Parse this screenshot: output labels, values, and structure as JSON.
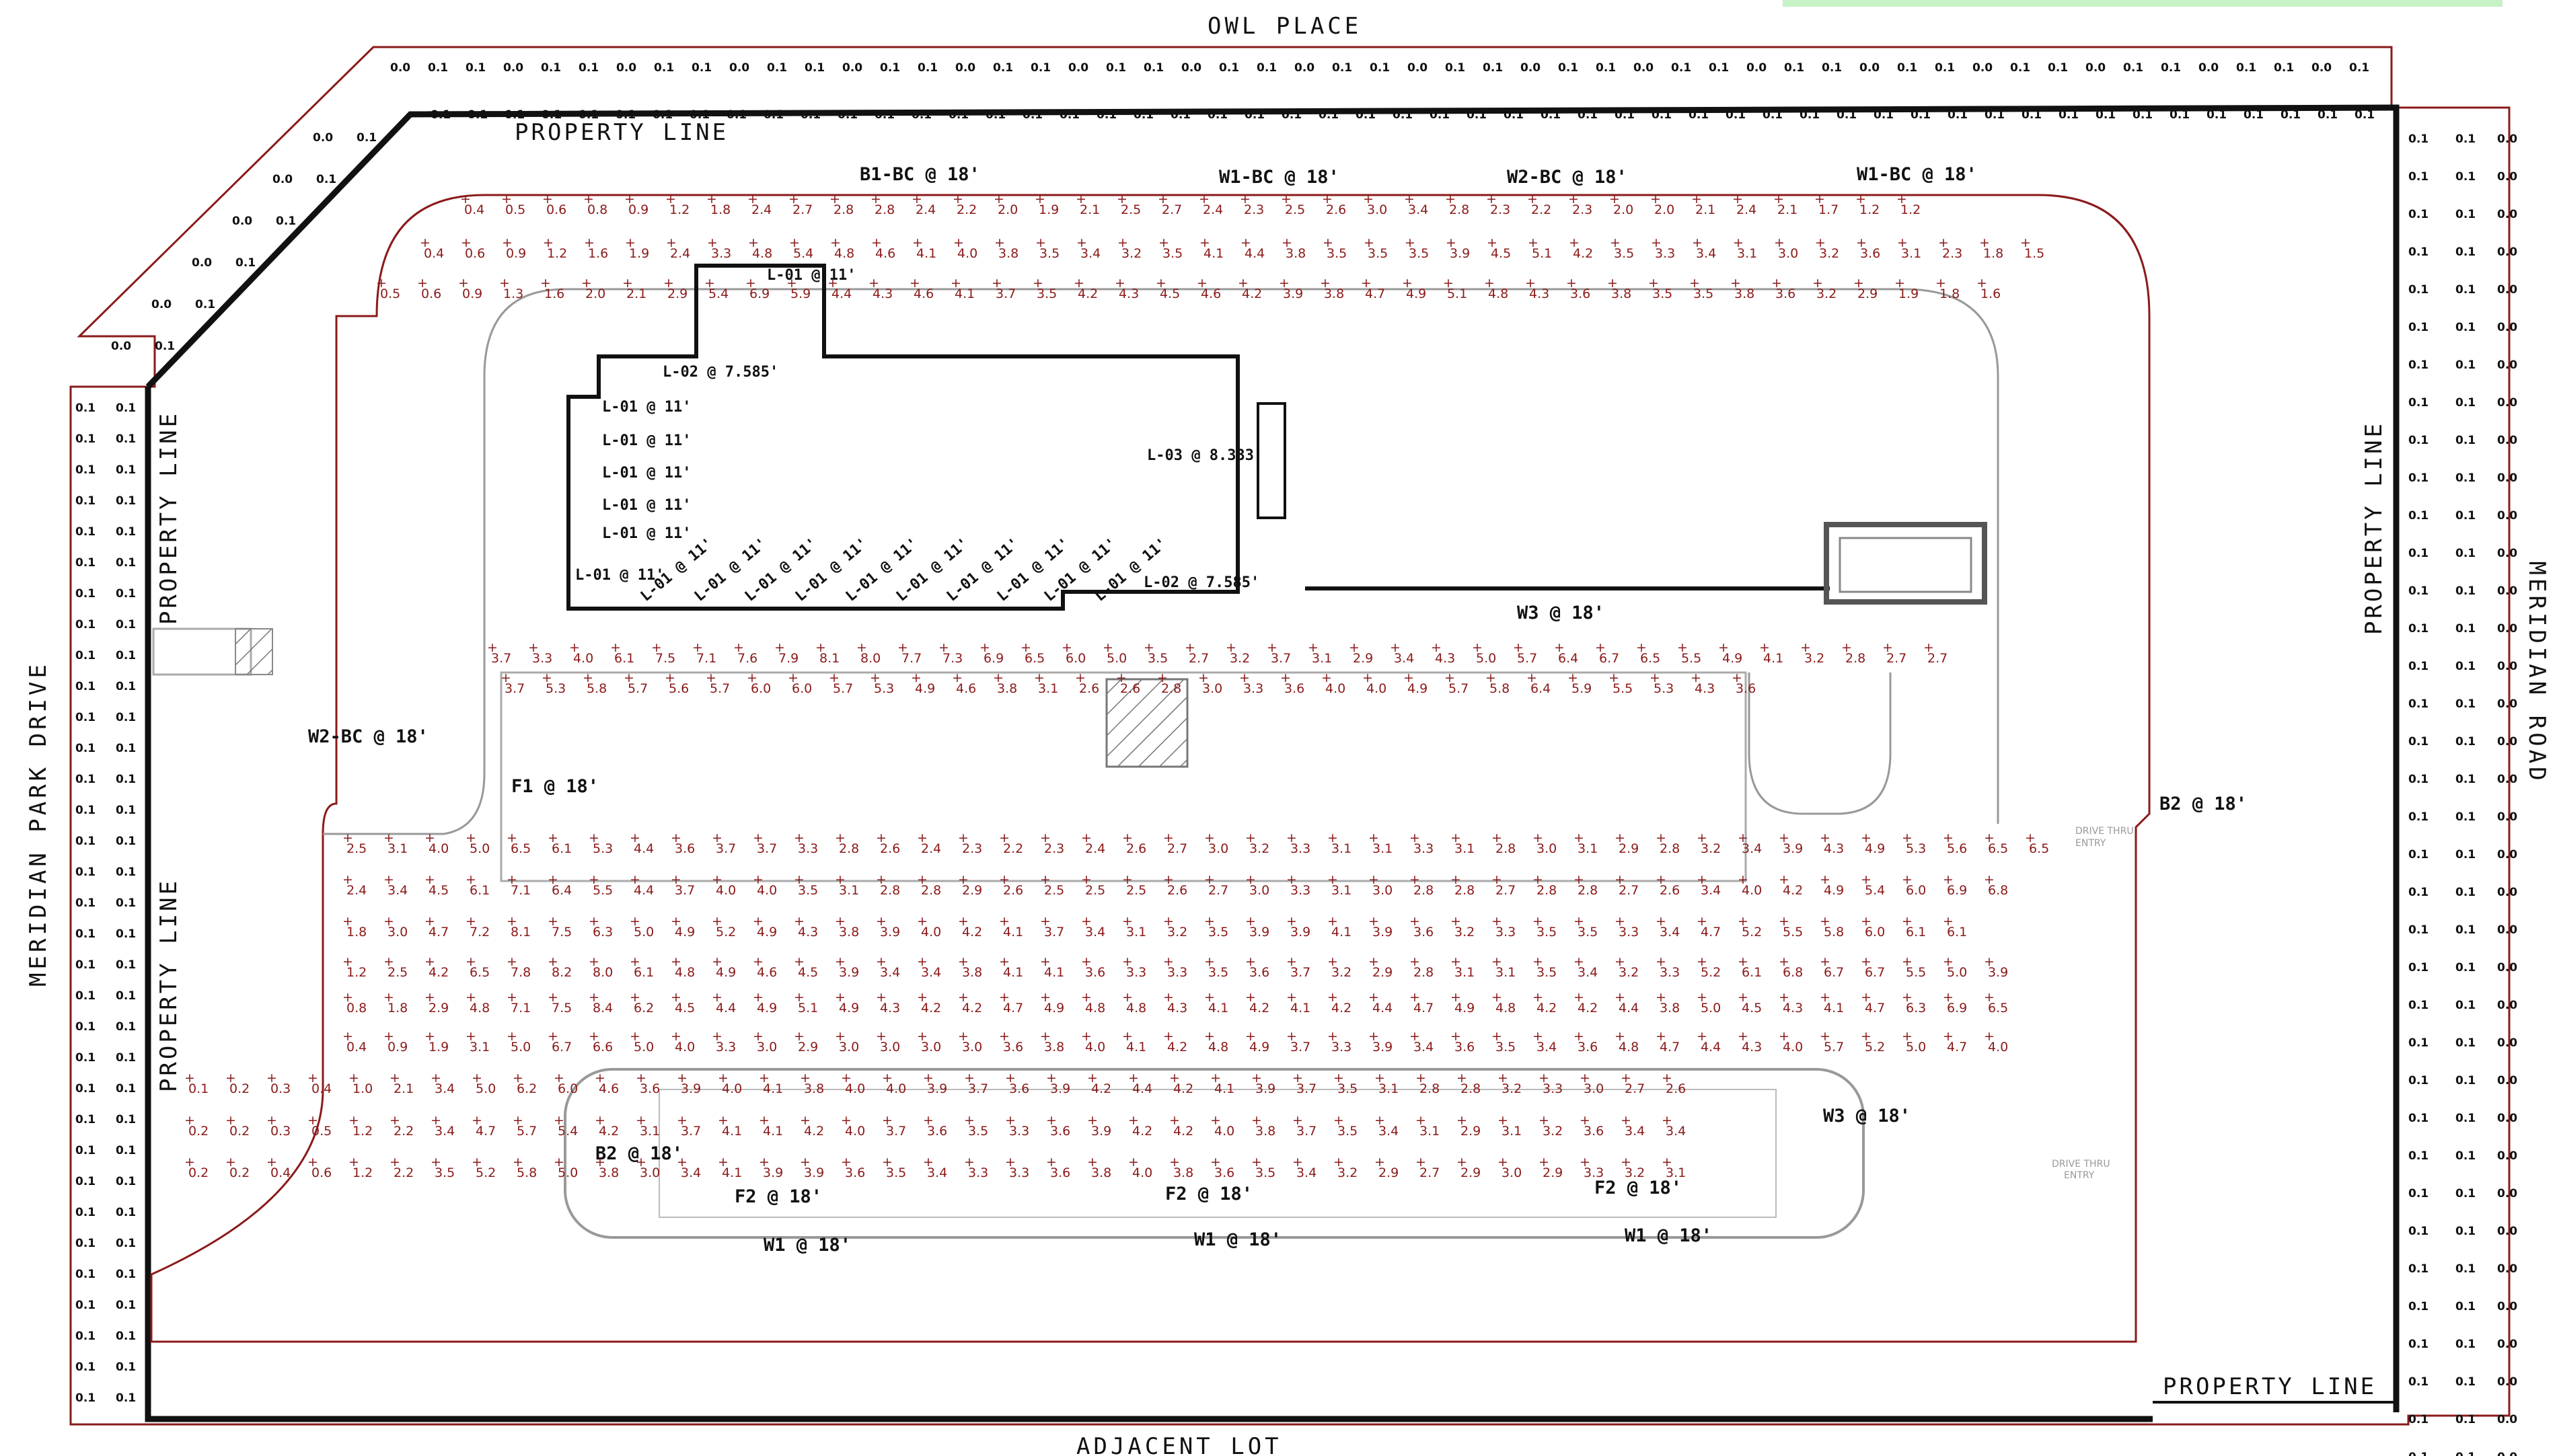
{
  "streets": {
    "north": "OWL PLACE",
    "west": "MERIDIAN PARK DRIVE",
    "east": "MERIDIAN ROAD",
    "south": "ADJACENT LOT"
  },
  "property_line_label": "PROPERTY LINE",
  "drive_thru_label": "DRIVE THRU",
  "drive_thru_entry_label": "ENTRY",
  "fixtures": [
    "B1-BC @ 18'",
    "W1-BC @ 18'",
    "W2-BC @ 18'",
    "W1-BC @ 18'",
    "W2-BC @ 18'",
    "F1 @ 18'",
    "W3 @ 18'",
    "B2 @ 18'",
    "W3 @ 18'",
    "B2 @ 18'",
    "F2 @ 18'",
    "F2 @ 18'",
    "F2 @ 18'",
    "W1 @ 18'",
    "W1 @ 18'",
    "W1 @ 18'",
    "L-02 @ 7.585'",
    "L-01 @ 11'",
    "L-03 @ 8.333'",
    "L-02 @ 7.585'",
    "L-01 @ 11'",
    "L-01 @ 11'",
    "L-01 @ 11'",
    "L-01 @ 11'",
    "L-01 @ 11'",
    "L-01 @ 11'",
    "L-01 @ 11'",
    "L-01 @ 11'",
    "L-01 @ 11'",
    "L-01 @ 11'",
    "L-01 @ 11'",
    "L-01 @ 11'",
    "L-01 @ 11'",
    "L-01 @ 11'",
    "L-01 @ 11'",
    "L-01 @ 11'"
  ],
  "photometric_rows": [
    [
      "0.4",
      "0.5",
      "0.6",
      "0.8",
      "0.9",
      "1.2",
      "1.8",
      "2.4",
      "2.7",
      "2.8",
      "2.8",
      "2.4",
      "2.2",
      "2.0",
      "1.9",
      "2.1",
      "2.5",
      "2.7",
      "2.4",
      "2.3",
      "2.5",
      "2.6",
      "3.0",
      "3.4",
      "2.8",
      "2.3",
      "2.2",
      "2.3",
      "2.0",
      "2.0",
      "2.1",
      "2.4",
      "2.1",
      "1.7",
      "1.2",
      "1.2"
    ],
    [
      "0.4",
      "0.6",
      "0.9",
      "1.2",
      "1.6",
      "1.9",
      "2.4",
      "3.3",
      "4.8",
      "5.4",
      "4.8",
      "4.6",
      "4.1",
      "4.0",
      "3.8",
      "3.5",
      "3.4",
      "3.2",
      "3.5",
      "4.1",
      "4.4",
      "3.8",
      "3.5",
      "3.5",
      "3.5",
      "3.9",
      "4.5",
      "5.1",
      "4.2",
      "3.5",
      "3.3",
      "3.4",
      "3.1",
      "3.0",
      "3.2",
      "3.6",
      "3.1",
      "2.3",
      "1.8",
      "1.5"
    ],
    [
      "0.5",
      "0.6",
      "0.9",
      "1.3",
      "1.6",
      "2.0",
      "2.1",
      "2.9",
      "5.4",
      "6.9",
      "5.9",
      "4.4",
      "4.3",
      "4.6",
      "4.1",
      "3.7",
      "3.5",
      "4.2",
      "4.3",
      "4.5",
      "4.6",
      "4.2",
      "3.9",
      "3.8",
      "4.7",
      "4.9",
      "5.1",
      "4.8",
      "4.3",
      "3.6",
      "3.8",
      "3.5",
      "3.5",
      "3.8",
      "3.6",
      "3.2",
      "2.9",
      "1.9",
      "1.8",
      "1.6"
    ],
    [
      "3.7",
      "3.3",
      "4.0",
      "6.1",
      "7.5",
      "7.1",
      "7.6",
      "7.9",
      "8.1",
      "8.0",
      "7.7",
      "7.3",
      "6.9",
      "6.5",
      "6.0",
      "5.0",
      "3.5",
      "2.7",
      "3.2",
      "3.7",
      "3.1",
      "2.9",
      "3.4",
      "4.3",
      "5.0",
      "5.7",
      "6.4",
      "6.7",
      "6.5",
      "5.5",
      "4.9",
      "4.1",
      "3.2",
      "2.8",
      "2.7",
      "2.7"
    ],
    [
      "3.7",
      "5.3",
      "5.8",
      "5.7",
      "5.6",
      "5.7",
      "6.0",
      "6.0",
      "5.7",
      "5.3",
      "4.9",
      "4.6",
      "3.8",
      "3.1",
      "2.6",
      "2.6",
      "2.8",
      "3.0",
      "3.3",
      "3.6",
      "4.0",
      "4.0",
      "4.9",
      "5.7",
      "5.8",
      "6.4",
      "5.9",
      "5.5",
      "5.3",
      "4.3",
      "3.6"
    ],
    [
      "2.5",
      "3.1",
      "4.0",
      "5.0",
      "6.5",
      "6.1",
      "5.3",
      "4.4",
      "3.6",
      "3.7",
      "3.7",
      "3.3",
      "2.8",
      "2.6",
      "2.4",
      "2.3",
      "2.2",
      "2.3",
      "2.4",
      "2.6",
      "2.7",
      "3.0",
      "3.2",
      "3.3",
      "3.1",
      "3.1",
      "3.3",
      "3.1",
      "2.8",
      "3.0",
      "3.1",
      "2.9",
      "2.8",
      "3.2",
      "3.4",
      "3.9",
      "4.3",
      "4.9",
      "5.3",
      "5.6",
      "6.5",
      "6.5"
    ],
    [
      "2.4",
      "3.4",
      "4.5",
      "6.1",
      "7.1",
      "6.4",
      "5.5",
      "4.4",
      "3.7",
      "4.0",
      "4.0",
      "3.5",
      "3.1",
      "2.8",
      "2.8",
      "2.9",
      "2.6",
      "2.5",
      "2.5",
      "2.5",
      "2.6",
      "2.7",
      "3.0",
      "3.3",
      "3.1",
      "3.0",
      "2.8",
      "2.8",
      "2.7",
      "2.8",
      "2.8",
      "2.7",
      "2.6",
      "3.4",
      "4.0",
      "4.2",
      "4.9",
      "5.4",
      "6.0",
      "6.9",
      "6.8"
    ],
    [
      "1.8",
      "3.0",
      "4.7",
      "7.2",
      "8.1",
      "7.5",
      "6.3",
      "5.0",
      "4.9",
      "5.2",
      "4.9",
      "4.3",
      "3.8",
      "3.9",
      "4.0",
      "4.2",
      "4.1",
      "3.7",
      "3.4",
      "3.1",
      "3.2",
      "3.5",
      "3.9",
      "3.9",
      "4.1",
      "3.9",
      "3.6",
      "3.2",
      "3.3",
      "3.5",
      "3.5",
      "3.3",
      "3.4",
      "4.7",
      "5.2",
      "5.5",
      "5.8",
      "6.0",
      "6.1",
      "6.1"
    ],
    [
      "1.2",
      "2.5",
      "4.2",
      "6.5",
      "7.8",
      "8.2",
      "8.0",
      "6.1",
      "4.8",
      "4.9",
      "4.6",
      "4.5",
      "3.9",
      "3.4",
      "3.4",
      "3.8",
      "4.1",
      "4.1",
      "3.6",
      "3.3",
      "3.3",
      "3.5",
      "3.6",
      "3.7",
      "3.2",
      "2.9",
      "2.8",
      "3.1",
      "3.1",
      "3.5",
      "3.4",
      "3.2",
      "3.3",
      "5.2",
      "6.1",
      "6.8",
      "6.7",
      "6.7",
      "5.5",
      "5.0",
      "3.9"
    ],
    [
      "0.8",
      "1.8",
      "2.9",
      "4.8",
      "7.1",
      "7.5",
      "8.4",
      "6.2",
      "4.5",
      "4.4",
      "4.9",
      "5.1",
      "4.9",
      "4.3",
      "4.2",
      "4.2",
      "4.7",
      "4.9",
      "4.8",
      "4.8",
      "4.3",
      "4.1",
      "4.2",
      "4.1",
      "4.2",
      "4.4",
      "4.7",
      "4.9",
      "4.8",
      "4.2",
      "4.2",
      "4.4",
      "3.8",
      "5.0",
      "4.5",
      "4.3",
      "4.1",
      "4.7",
      "6.3",
      "6.9",
      "6.5"
    ],
    [
      "0.4",
      "0.9",
      "1.9",
      "3.1",
      "5.0",
      "6.7",
      "6.6",
      "5.0",
      "4.0",
      "3.3",
      "3.0",
      "2.9",
      "3.0",
      "3.0",
      "3.0",
      "3.0",
      "3.6",
      "3.8",
      "4.0",
      "4.1",
      "4.2",
      "4.8",
      "4.9",
      "3.7",
      "3.3",
      "3.9",
      "3.4",
      "3.6",
      "3.5",
      "3.4",
      "3.6",
      "4.8",
      "4.7",
      "4.4",
      "4.3",
      "4.0",
      "5.7",
      "5.2",
      "5.0",
      "4.7",
      "4.0"
    ],
    [
      "0.1",
      "0.2",
      "0.3",
      "0.4",
      "1.0",
      "2.1",
      "3.4",
      "5.0",
      "6.2",
      "6.0",
      "4.6",
      "3.6",
      "3.9",
      "4.0",
      "4.1",
      "3.8",
      "4.0",
      "4.0",
      "3.9",
      "3.7",
      "3.6",
      "3.9",
      "4.2",
      "4.4",
      "4.2",
      "4.1",
      "3.9",
      "3.7",
      "3.5",
      "3.1",
      "2.8",
      "2.8",
      "3.2",
      "3.3",
      "3.0",
      "2.7",
      "2.6"
    ],
    [
      "0.2",
      "0.2",
      "0.3",
      "0.5",
      "1.2",
      "2.2",
      "3.4",
      "4.7",
      "5.7",
      "5.4",
      "4.2",
      "3.1",
      "3.7",
      "4.1",
      "4.1",
      "4.2",
      "4.0",
      "3.7",
      "3.6",
      "3.5",
      "3.3",
      "3.6",
      "3.9",
      "4.2",
      "4.2",
      "4.0",
      "3.8",
      "3.7",
      "3.5",
      "3.4",
      "3.1",
      "2.9",
      "3.1",
      "3.2",
      "3.6",
      "3.4",
      "3.4"
    ],
    [
      "0.2",
      "0.2",
      "0.4",
      "0.6",
      "1.2",
      "2.2",
      "3.5",
      "5.2",
      "5.8",
      "5.0",
      "3.8",
      "3.0",
      "3.4",
      "4.1",
      "3.9",
      "3.9",
      "3.6",
      "3.5",
      "3.4",
      "3.3",
      "3.3",
      "3.6",
      "3.8",
      "4.0",
      "3.8",
      "3.6",
      "3.5",
      "3.4",
      "3.2",
      "2.9",
      "2.7",
      "2.9",
      "3.0",
      "2.9",
      "3.3",
      "3.2",
      "3.1"
    ]
  ],
  "boundary_values": "0.0 0.1"
}
